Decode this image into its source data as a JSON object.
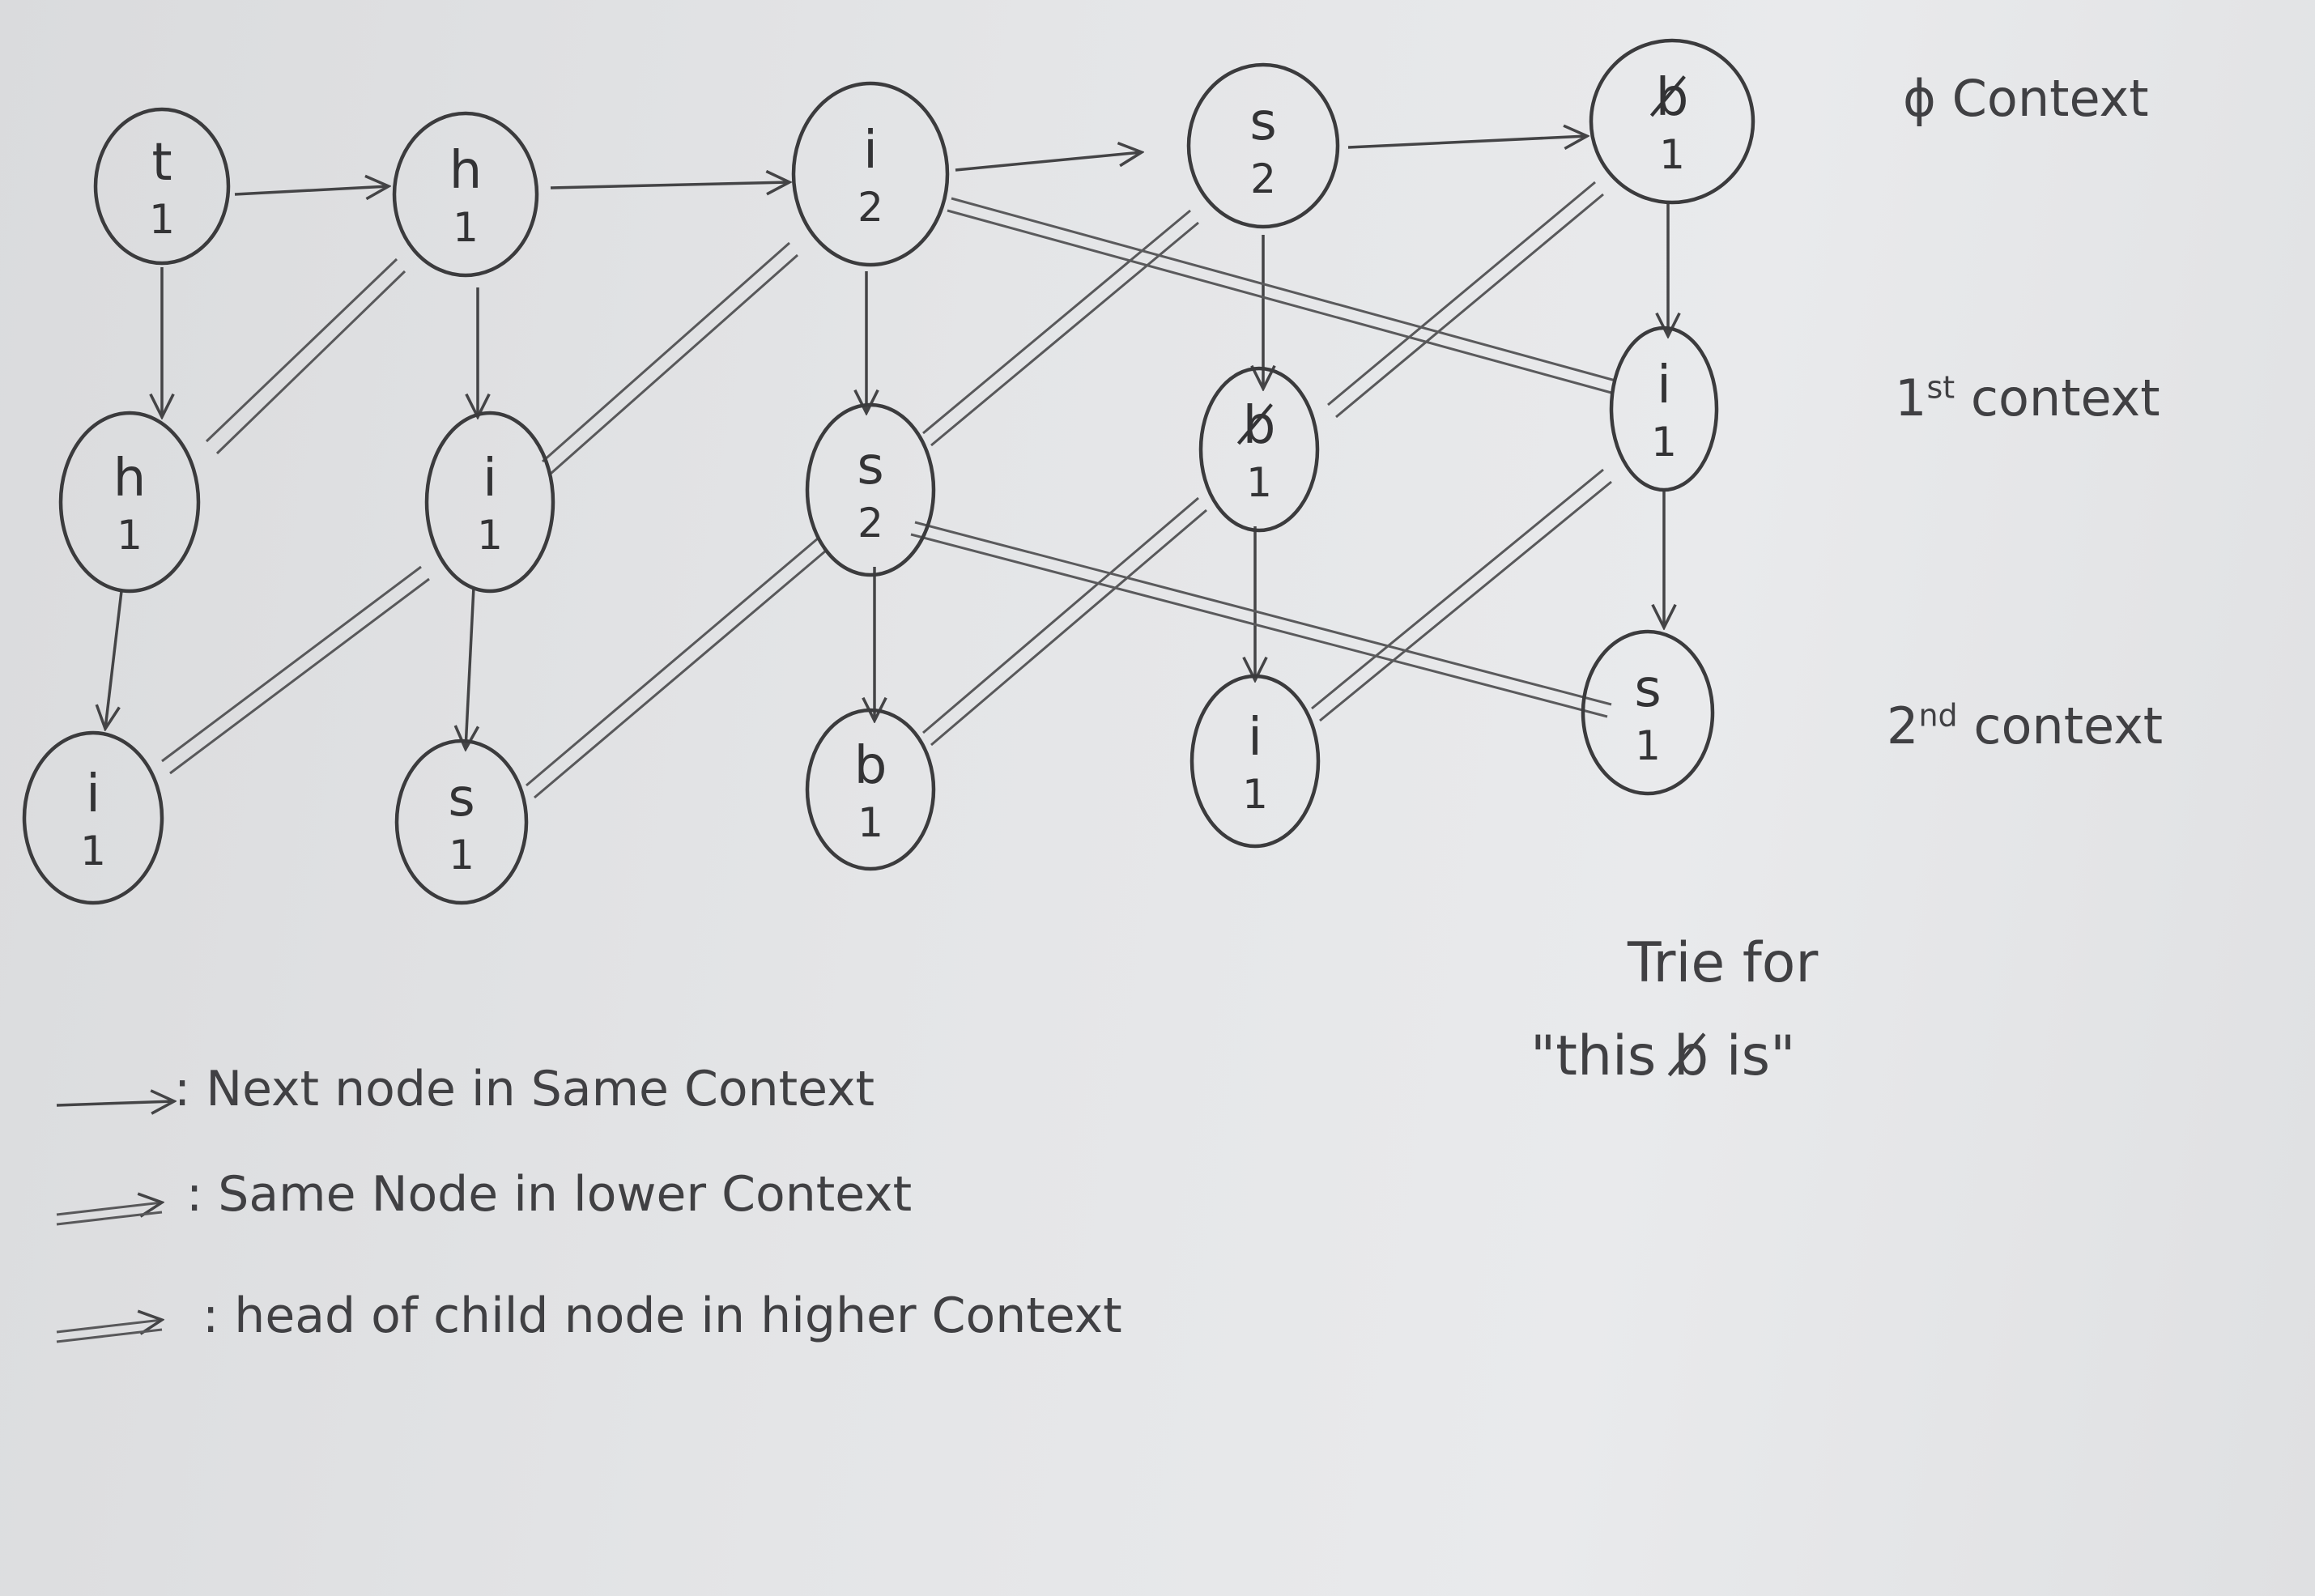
{
  "diagram": {
    "nodes": [
      {
        "id": "n-t-0",
        "char": "t",
        "count": "1"
      },
      {
        "id": "n-h-0",
        "char": "h",
        "count": "1"
      },
      {
        "id": "n-i-0",
        "char": "i",
        "count": "2"
      },
      {
        "id": "n-s-0",
        "char": "s",
        "count": "2"
      },
      {
        "id": "n-b-0",
        "char": "b̸",
        "count": "1"
      },
      {
        "id": "n-h-1",
        "char": "h",
        "count": "1"
      },
      {
        "id": "n-i-1",
        "char": "i",
        "count": "1"
      },
      {
        "id": "n-s-1",
        "char": "s",
        "count": "2"
      },
      {
        "id": "n-b-1",
        "char": "b̸",
        "count": "1"
      },
      {
        "id": "n-i-1b",
        "char": "i",
        "count": "1"
      },
      {
        "id": "n-i-2",
        "char": "i",
        "count": "1"
      },
      {
        "id": "n-s-2",
        "char": "s",
        "count": "1"
      },
      {
        "id": "n-b-2",
        "char": "b",
        "count": "1"
      },
      {
        "id": "n-i-2b",
        "char": "i",
        "count": "1"
      },
      {
        "id": "n-s-2b",
        "char": "s",
        "count": "1"
      }
    ],
    "contexts": [
      {
        "symbol": "ϕ",
        "label": "Context"
      },
      {
        "ordinal": "1",
        "suffix": "st",
        "label": "context"
      },
      {
        "ordinal": "2",
        "suffix": "nd",
        "label": "context"
      }
    ],
    "title": {
      "line1": "Trie for",
      "line2": "\"this b̸ is\""
    },
    "legend": [
      {
        "symbol": "⟶ :",
        "text": "Next node in Same Context"
      },
      {
        "symbol": "⇉ :",
        "text": "Same Node in lower Context"
      },
      {
        "symbol": "⇉ :",
        "text": "head of child node in higher Context"
      }
    ]
  }
}
